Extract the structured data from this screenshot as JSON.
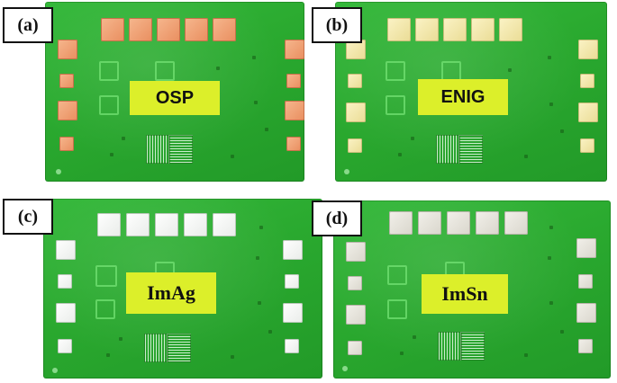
{
  "panels": [
    {
      "letter": "(a)",
      "finish": "OSP",
      "pad_style": "osp",
      "label_font": "sans"
    },
    {
      "letter": "(b)",
      "finish": "ENIG",
      "pad_style": "enig",
      "label_font": "sans"
    },
    {
      "letter": "(c)",
      "finish": "ImAg",
      "pad_style": "imag",
      "label_font": "serif"
    },
    {
      "letter": "(d)",
      "finish": "ImSn",
      "pad_style": "imsn",
      "label_font": "serif"
    }
  ],
  "colors": {
    "board_green": "#2aa92f",
    "label_yellow": "#dcef2a",
    "osp_pad": "#f0a072",
    "enig_pad": "#f3e8ac",
    "imag_pad": "#f6f7f6",
    "imsn_pad": "#e6e3da"
  }
}
